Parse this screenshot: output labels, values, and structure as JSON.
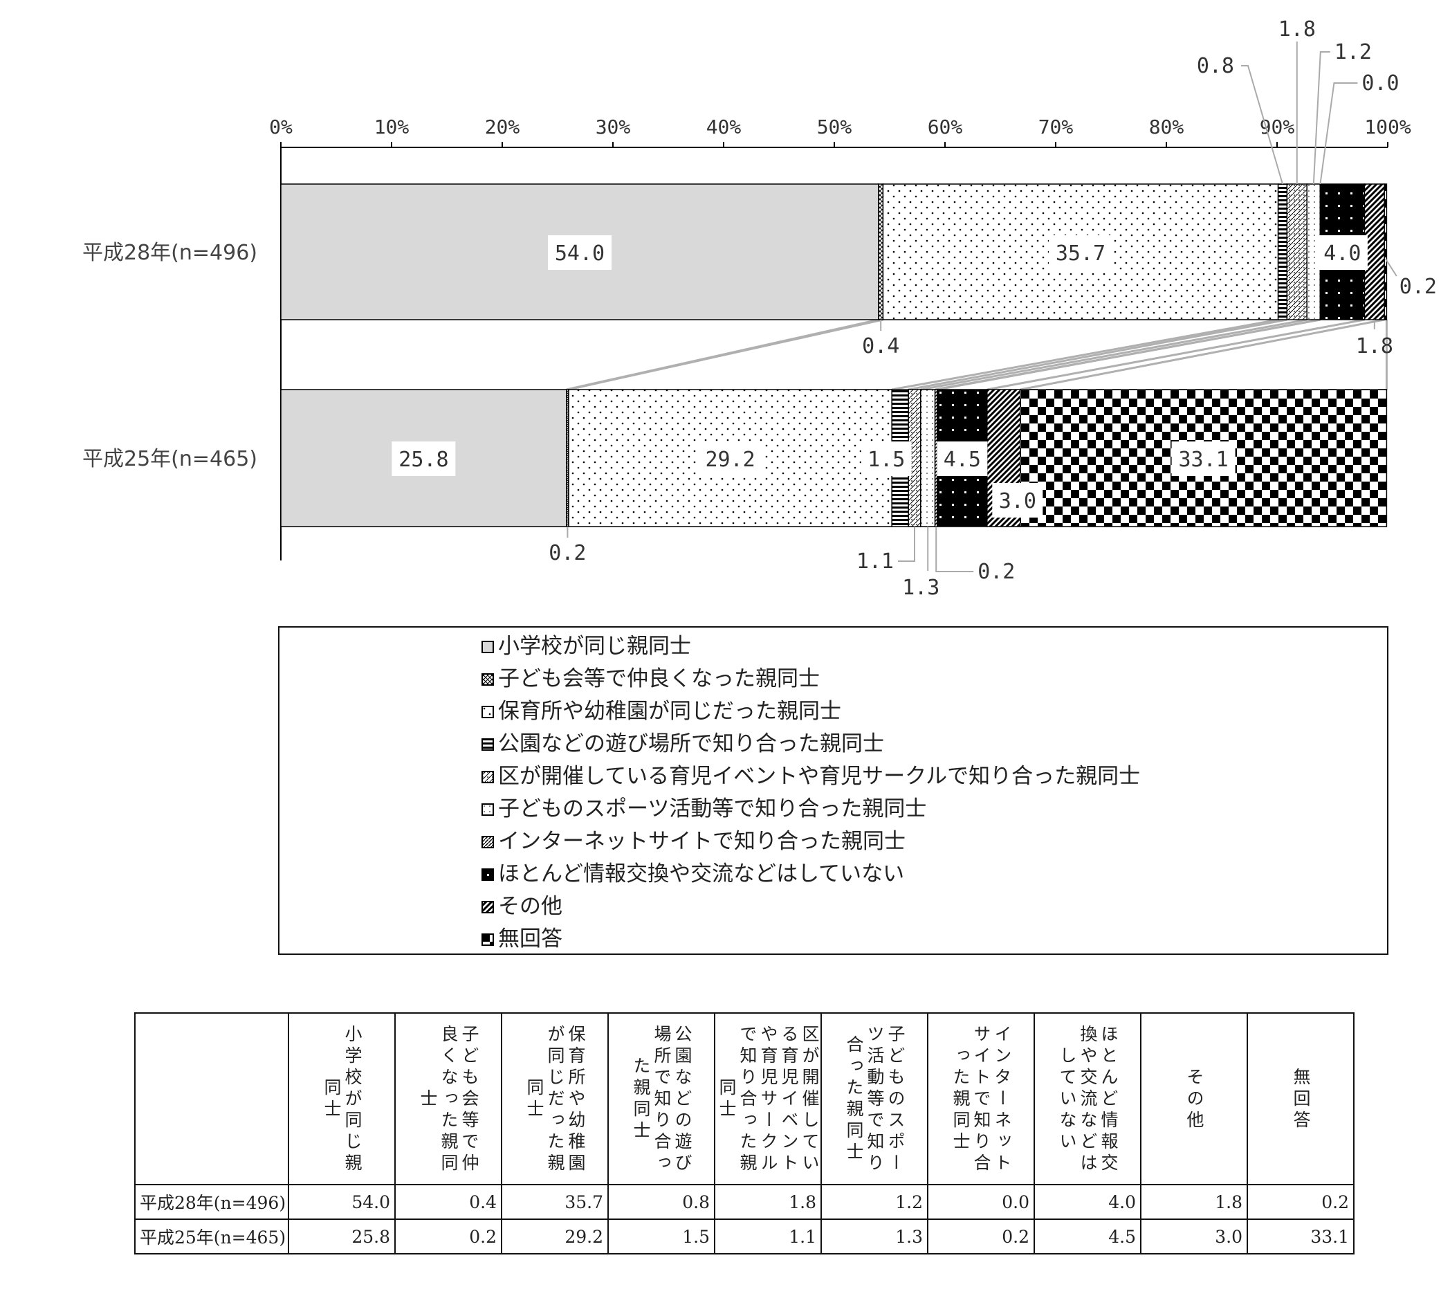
{
  "chart_data": {
    "type": "bar",
    "orientation": "horizontal",
    "stacked": true,
    "percent_axis": true,
    "xlim": [
      0,
      100
    ],
    "x_ticks": [
      "0%",
      "10%",
      "20%",
      "30%",
      "40%",
      "50%",
      "60%",
      "70%",
      "80%",
      "90%",
      "100%"
    ],
    "categories": [
      "平成28年(n=496)",
      "平成25年(n=465)"
    ],
    "series": [
      {
        "name": "小学校が同じ親同士",
        "values": [
          54.0,
          25.8
        ]
      },
      {
        "name": "子ども会等で仲良くなった親同士",
        "values": [
          0.4,
          0.2
        ]
      },
      {
        "name": "保育所や幼稚園が同じだった親同士",
        "values": [
          35.7,
          29.2
        ]
      },
      {
        "name": "公園などの遊び場所で知り合った親同士",
        "values": [
          0.8,
          1.5
        ]
      },
      {
        "name": "区が開催している育児イベントや育児サークルで知り合った親同士",
        "values": [
          1.8,
          1.1
        ]
      },
      {
        "name": "子どものスポーツ活動等で知り合った親同士",
        "values": [
          1.2,
          1.3
        ]
      },
      {
        "name": "インターネットサイトで知り合った親同士",
        "values": [
          0.0,
          0.2
        ]
      },
      {
        "name": "ほとんど情報交換や交流などはしていない",
        "values": [
          4.0,
          4.5
        ]
      },
      {
        "name": "その他",
        "values": [
          1.8,
          3.0
        ]
      },
      {
        "name": "無回答",
        "values": [
          0.2,
          33.1
        ]
      }
    ],
    "value_labels": [
      [
        "54.0",
        "0.4",
        "35.7",
        "0.8",
        "1.8",
        "1.2",
        "0.0",
        "4.0",
        "1.8",
        "0.2"
      ],
      [
        "25.8",
        "0.2",
        "29.2",
        "1.5",
        "1.1",
        "1.3",
        "0.2",
        "4.5",
        "3.0",
        "33.1"
      ]
    ],
    "legend_position": "bottom",
    "grid": false
  },
  "table": {
    "headers": [
      "小学校が同じ親同士",
      "子ども会等で仲良くなった親同士",
      "保育所や幼稚園が同じだった親同士",
      "公園などの遊び場所で知り合った親同士",
      "区が開催している育児イベントや育児サークルで知り合った親同士",
      "子どものスポーツ活動等で知り合った親同士",
      "インターネットサイトで知り合った親同士",
      "ほとんど情報交換や交流などはしていない",
      "その他",
      "無回答"
    ],
    "rows": [
      {
        "label": "平成28年(n=496)",
        "values": [
          "54.0",
          "0.4",
          "35.7",
          "0.8",
          "1.8",
          "1.2",
          "0.0",
          "4.0",
          "1.8",
          "0.2"
        ]
      },
      {
        "label": "平成25年(n=465)",
        "values": [
          "25.8",
          "0.2",
          "29.2",
          "1.5",
          "1.1",
          "1.3",
          "0.2",
          "4.5",
          "3.0",
          "33.1"
        ]
      }
    ]
  }
}
